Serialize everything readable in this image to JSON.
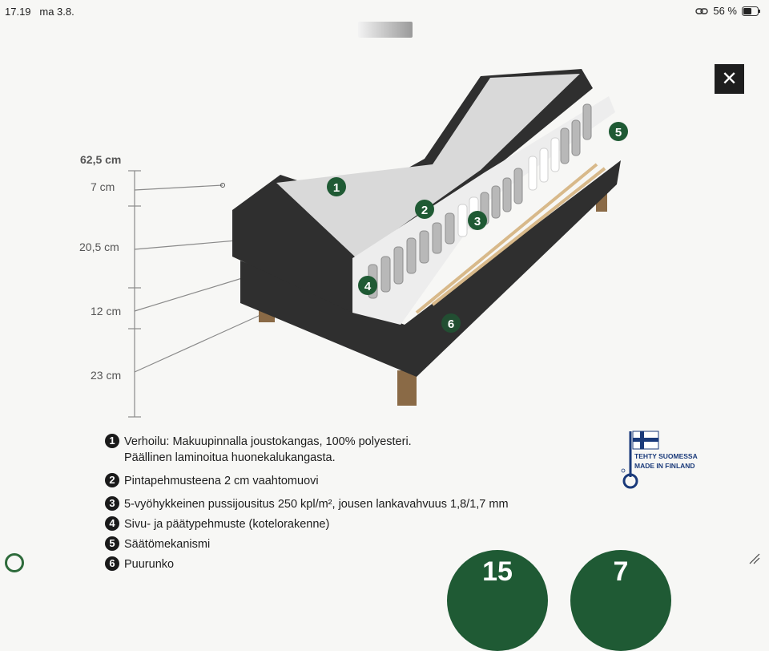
{
  "status_bar": {
    "time": "17.19",
    "date": "ma 3.8.",
    "battery": "56 %"
  },
  "dimensions": {
    "total": "62,5 cm",
    "d1": "7 cm",
    "d2": "20,5 cm",
    "d3": "12 cm",
    "d4": "23 cm"
  },
  "callouts": [
    "1",
    "2",
    "3",
    "4",
    "5",
    "6"
  ],
  "legend": [
    {
      "num": "1",
      "text": "Verhoilu: Makuupinnalla joustokangas, 100% polyesteri.",
      "text2": "Päällinen laminoitua huonekalukangasta."
    },
    {
      "num": "2",
      "text": "Pintapehmusteena 2 cm vaahtomuovi"
    },
    {
      "num": "3",
      "text": "5-vyöhykkeinen pussijousitus 250 kpl/m², jousen lankavahvuus 1,8/1,7 mm"
    },
    {
      "num": "4",
      "text": "Sivu- ja päätypehmuste (kotelorakenne)"
    },
    {
      "num": "5",
      "text": "Säätömekanismi"
    },
    {
      "num": "6",
      "text": "Puurunko"
    }
  ],
  "badge": {
    "line1": "TEHTY SUOMESSA",
    "line2": "MADE IN FINLAND"
  },
  "bottom_badges": [
    "15",
    "7"
  ],
  "colors": {
    "accent": "#1f5a34",
    "frame": "#2b2b2b"
  },
  "icons": {
    "close": "close-icon",
    "link": "link-icon",
    "battery": "battery-icon"
  }
}
